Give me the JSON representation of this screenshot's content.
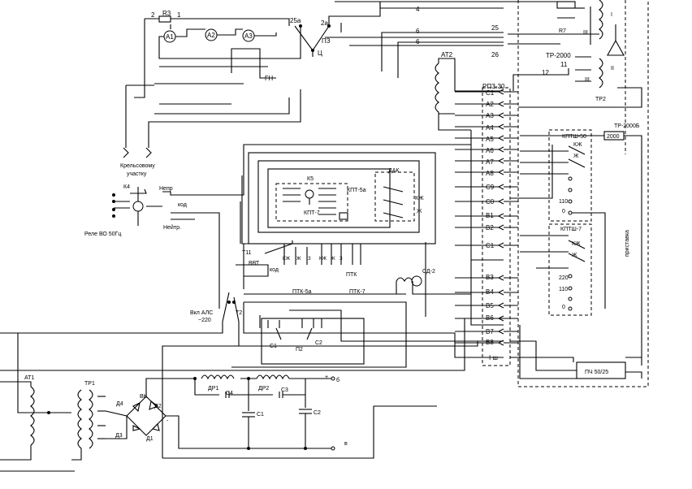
{
  "labels": {
    "r3": "R3",
    "a1": "A1",
    "a2": "A2",
    "a3": "A3",
    "n_2_top": "2",
    "n_1_top": "1",
    "n25a": "25а",
    "n2a": "2а",
    "p3": "ПЗ",
    "ts": "Ц",
    "gn": "ГН",
    "w4": "4",
    "w6a": "6",
    "w6b": "6",
    "w25": "25",
    "w26": "26",
    "r7": "R7",
    "at2": "АТ2",
    "tr2000": "ТР-2000",
    "n11": "11",
    "n12": "12",
    "rpz30": "РПЗ-30",
    "c1": "С1",
    "a2c": "А2",
    "a3c": "А3",
    "a4c": "А4",
    "a5c": "А5",
    "a6c": "А6",
    "a7c": "А7",
    "a8c": "А8",
    "c9": "С9",
    "c0": "С0",
    "v1": "В1",
    "v2": "В2",
    "c1b": "С1",
    "v3": "В3",
    "v4": "В4",
    "v5": "В5",
    "v6": "В6",
    "v7": "В7",
    "v8": "В8",
    "ish": "I ш",
    "tr2": "ТР2",
    "tr2000b": "ТР-2000Б",
    "box2000": "2000",
    "kptsh50": "КПТШ-50",
    "kptsh7": "КПТШ-7",
    "kzh": "КЖ",
    "zh": "Ж",
    "n110": "110",
    "n0": "0",
    "n220": "220",
    "pristavka": "приставка",
    "pch": "ПЧ 50/25",
    "krelsovomu": "Крельсовому",
    "uchastku": "участку",
    "k4": "К4",
    "rele": "Реле ВО 50Гц",
    "nepr": "Непр",
    "kod": "код",
    "neitr": "Нейтр.",
    "k5": "К5",
    "kpt7": "КПТ-7",
    "kpt5a": "КПТ-5а",
    "dak": "ДАК",
    "t11": "Т11",
    "vvt": "ВВТ",
    "kod2": "код",
    "ptk": "ПТК",
    "ptk5a": "ПТК-5а",
    "ptk7": "ПТК-7",
    "sd2": "СД-2",
    "vkl": "Вкл АЛС",
    "v220": "~220",
    "t2": "Т2",
    "p2": "П2",
    "c1c": "С1",
    "c2c": "С2",
    "at1": "АТ1",
    "tr1": "ТР1",
    "vk": "ВК",
    "d1": "Д1",
    "d2": "Д2",
    "d3": "Д3",
    "d4": "Д4",
    "dr1": "ДР1",
    "dr2": "ДР2",
    "c4": "С4",
    "c3": "С3",
    "c1d": "С1",
    "c2d": "С2",
    "plus": "+",
    "minus": "-",
    "b": "б",
    "v": "в",
    "I": "I",
    "II": "II",
    "III": "III",
    "kzh_row": "КЖ",
    "zh_row": "Ж",
    "z_row": "З"
  }
}
